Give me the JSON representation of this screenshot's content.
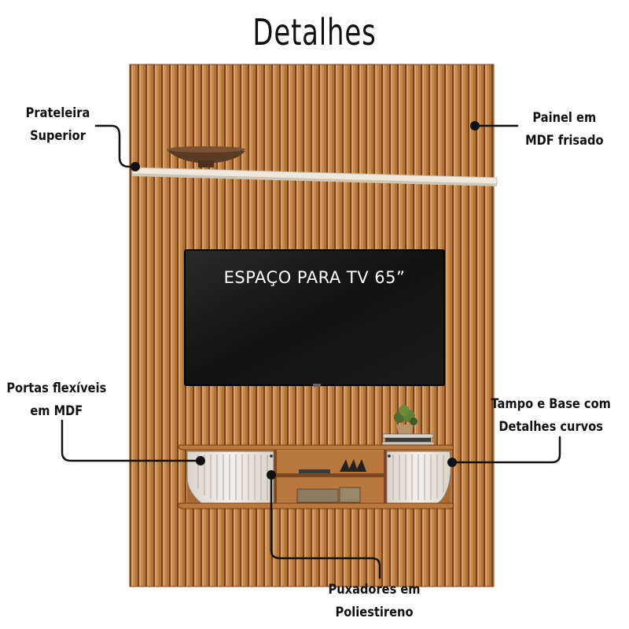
{
  "title": "Detalhes",
  "tv_text": "ESPAÇO PARA TV 65”",
  "callouts": {
    "shelf": [
      "Prateleira",
      "Superior"
    ],
    "panel": [
      "Painel em",
      "MDF frisado"
    ],
    "doors": [
      "Portas flexíveis",
      "em MDF"
    ],
    "top_base": [
      "Tampo e Base com",
      "Detalhes curvos"
    ],
    "handles": [
      "Puxadores em",
      "Poliestireno"
    ]
  },
  "colors": {
    "wood": "#c98a4a",
    "wood_dark": "#8a4f22",
    "shelf": "#ece6da",
    "tv": "#111111",
    "door": "#eeeae3",
    "line": "#111111"
  }
}
